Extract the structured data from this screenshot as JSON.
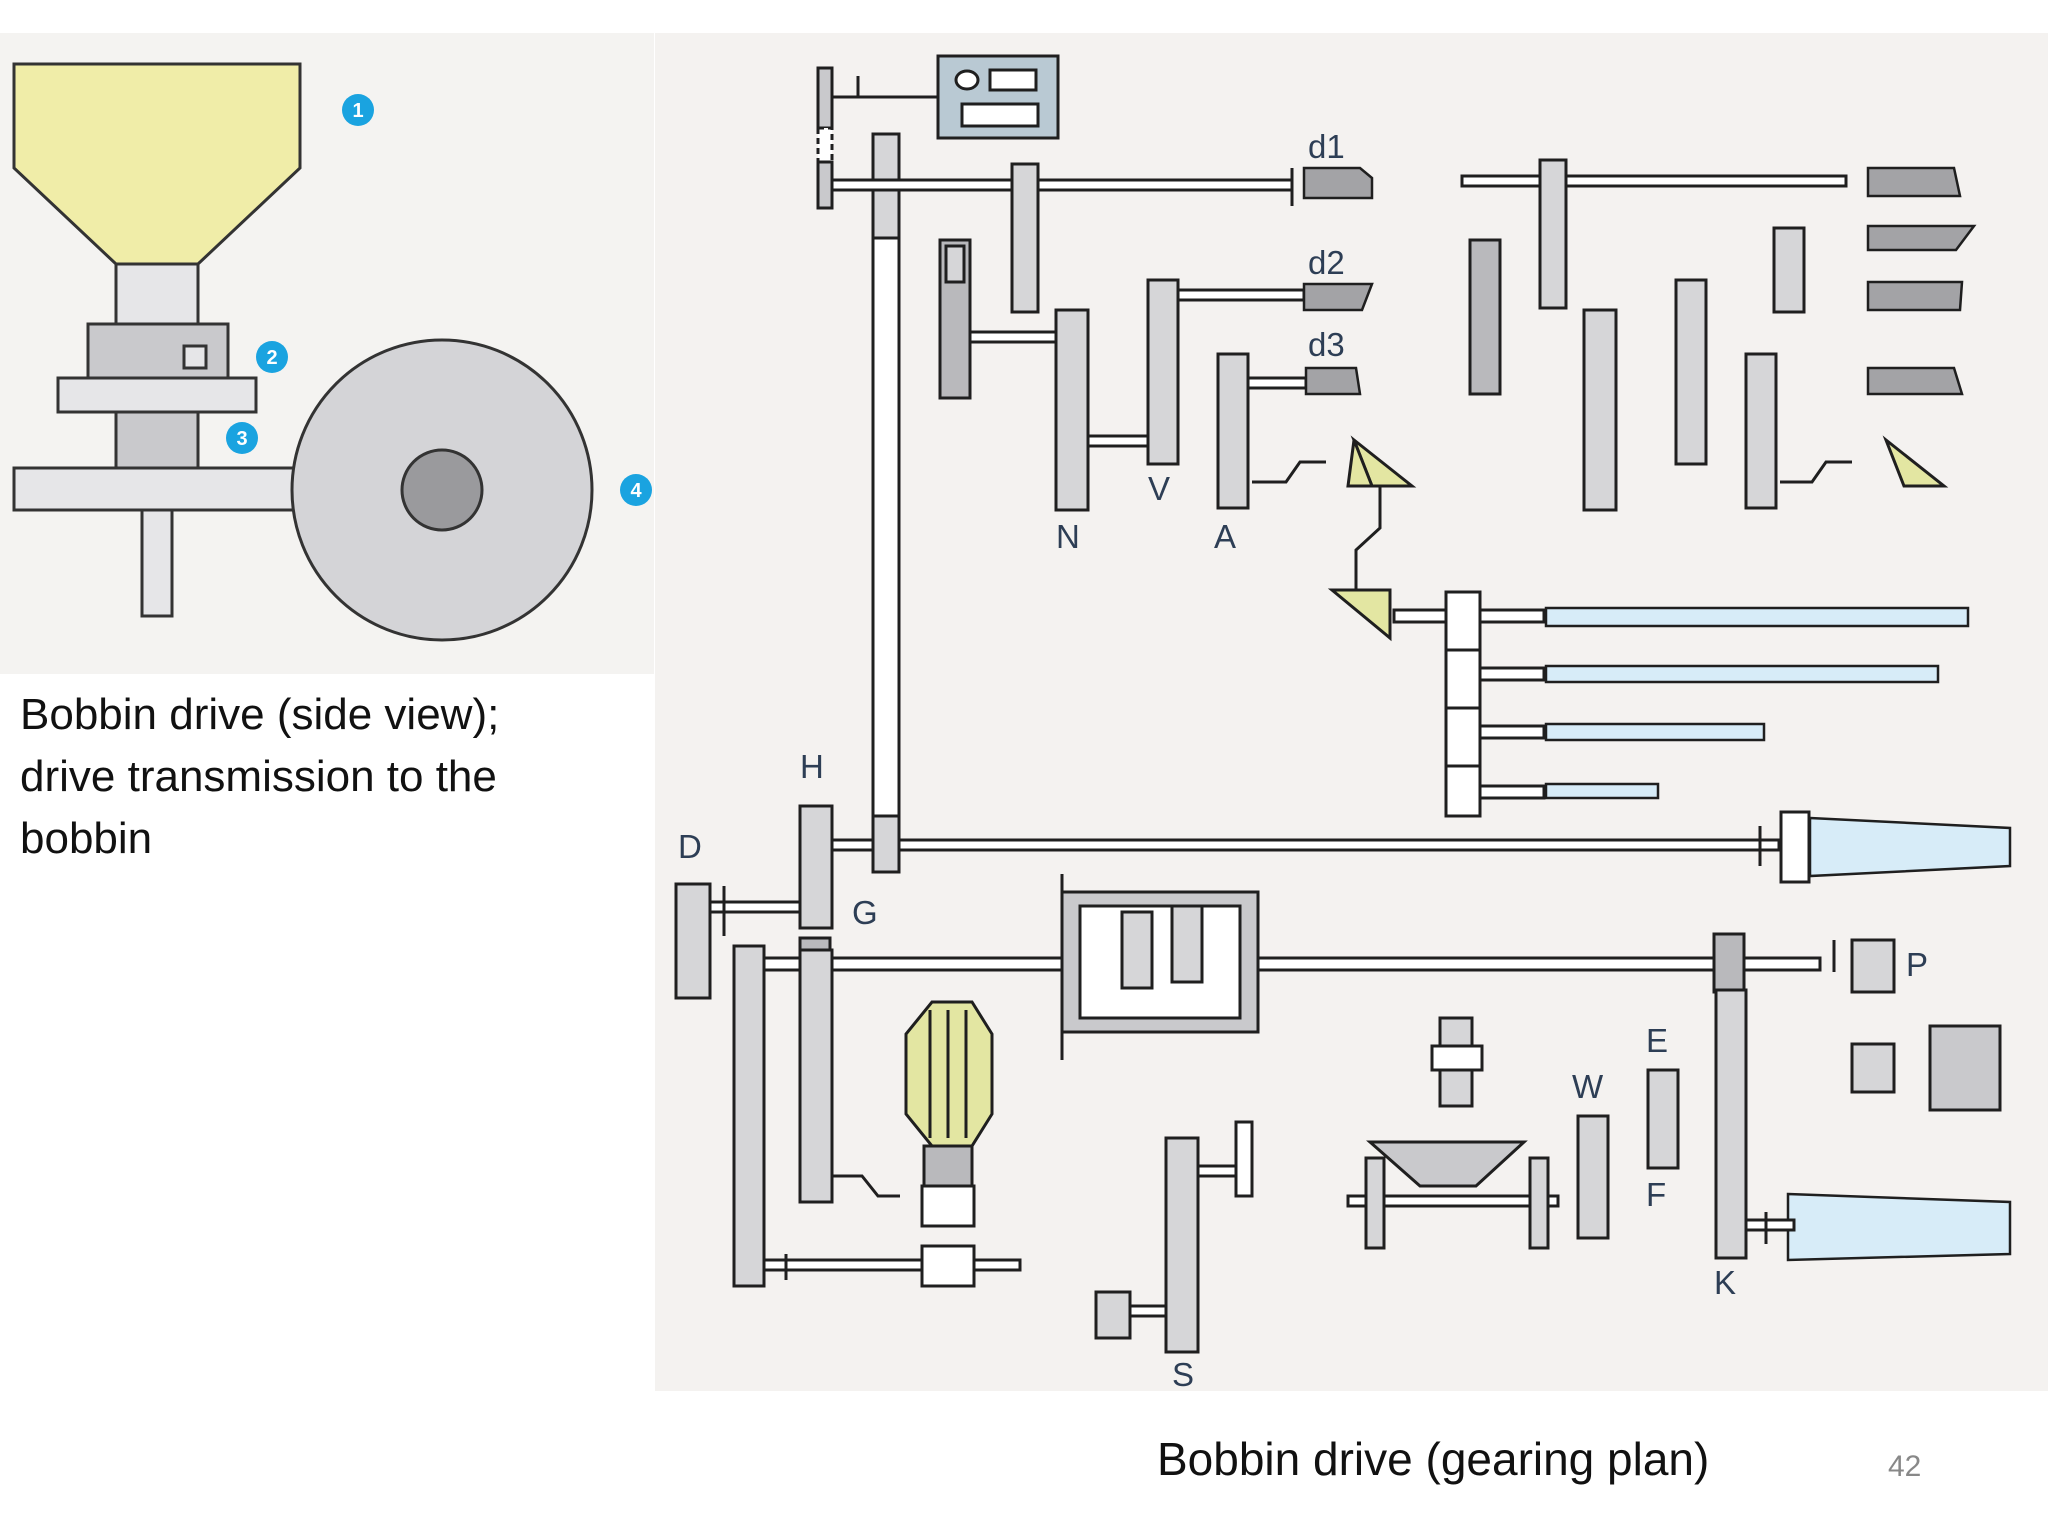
{
  "side_view": {
    "callouts": [
      "1",
      "2",
      "3",
      "4"
    ],
    "caption_lines": [
      "Bobbin drive (side view);",
      "drive transmission to the",
      "bobbin"
    ]
  },
  "gearing_plan": {
    "labels": {
      "d1": "d1",
      "d2": "d2",
      "d3": "d3",
      "N": "N",
      "V": "V",
      "A": "A",
      "H": "H",
      "D": "D",
      "G": "G",
      "P": "P",
      "E": "E",
      "W": "W",
      "F": "F",
      "K": "K",
      "S": "S"
    },
    "caption": "Bobbin drive (gearing plan)"
  },
  "page_number": "42",
  "colors": {
    "hopper": "#f0eda8",
    "callout": "#1aa3e0",
    "gear": "#d6d6d8",
    "bobbin_shaft": "#d7ecf8",
    "bevel_gear": "#e3e6a2"
  }
}
